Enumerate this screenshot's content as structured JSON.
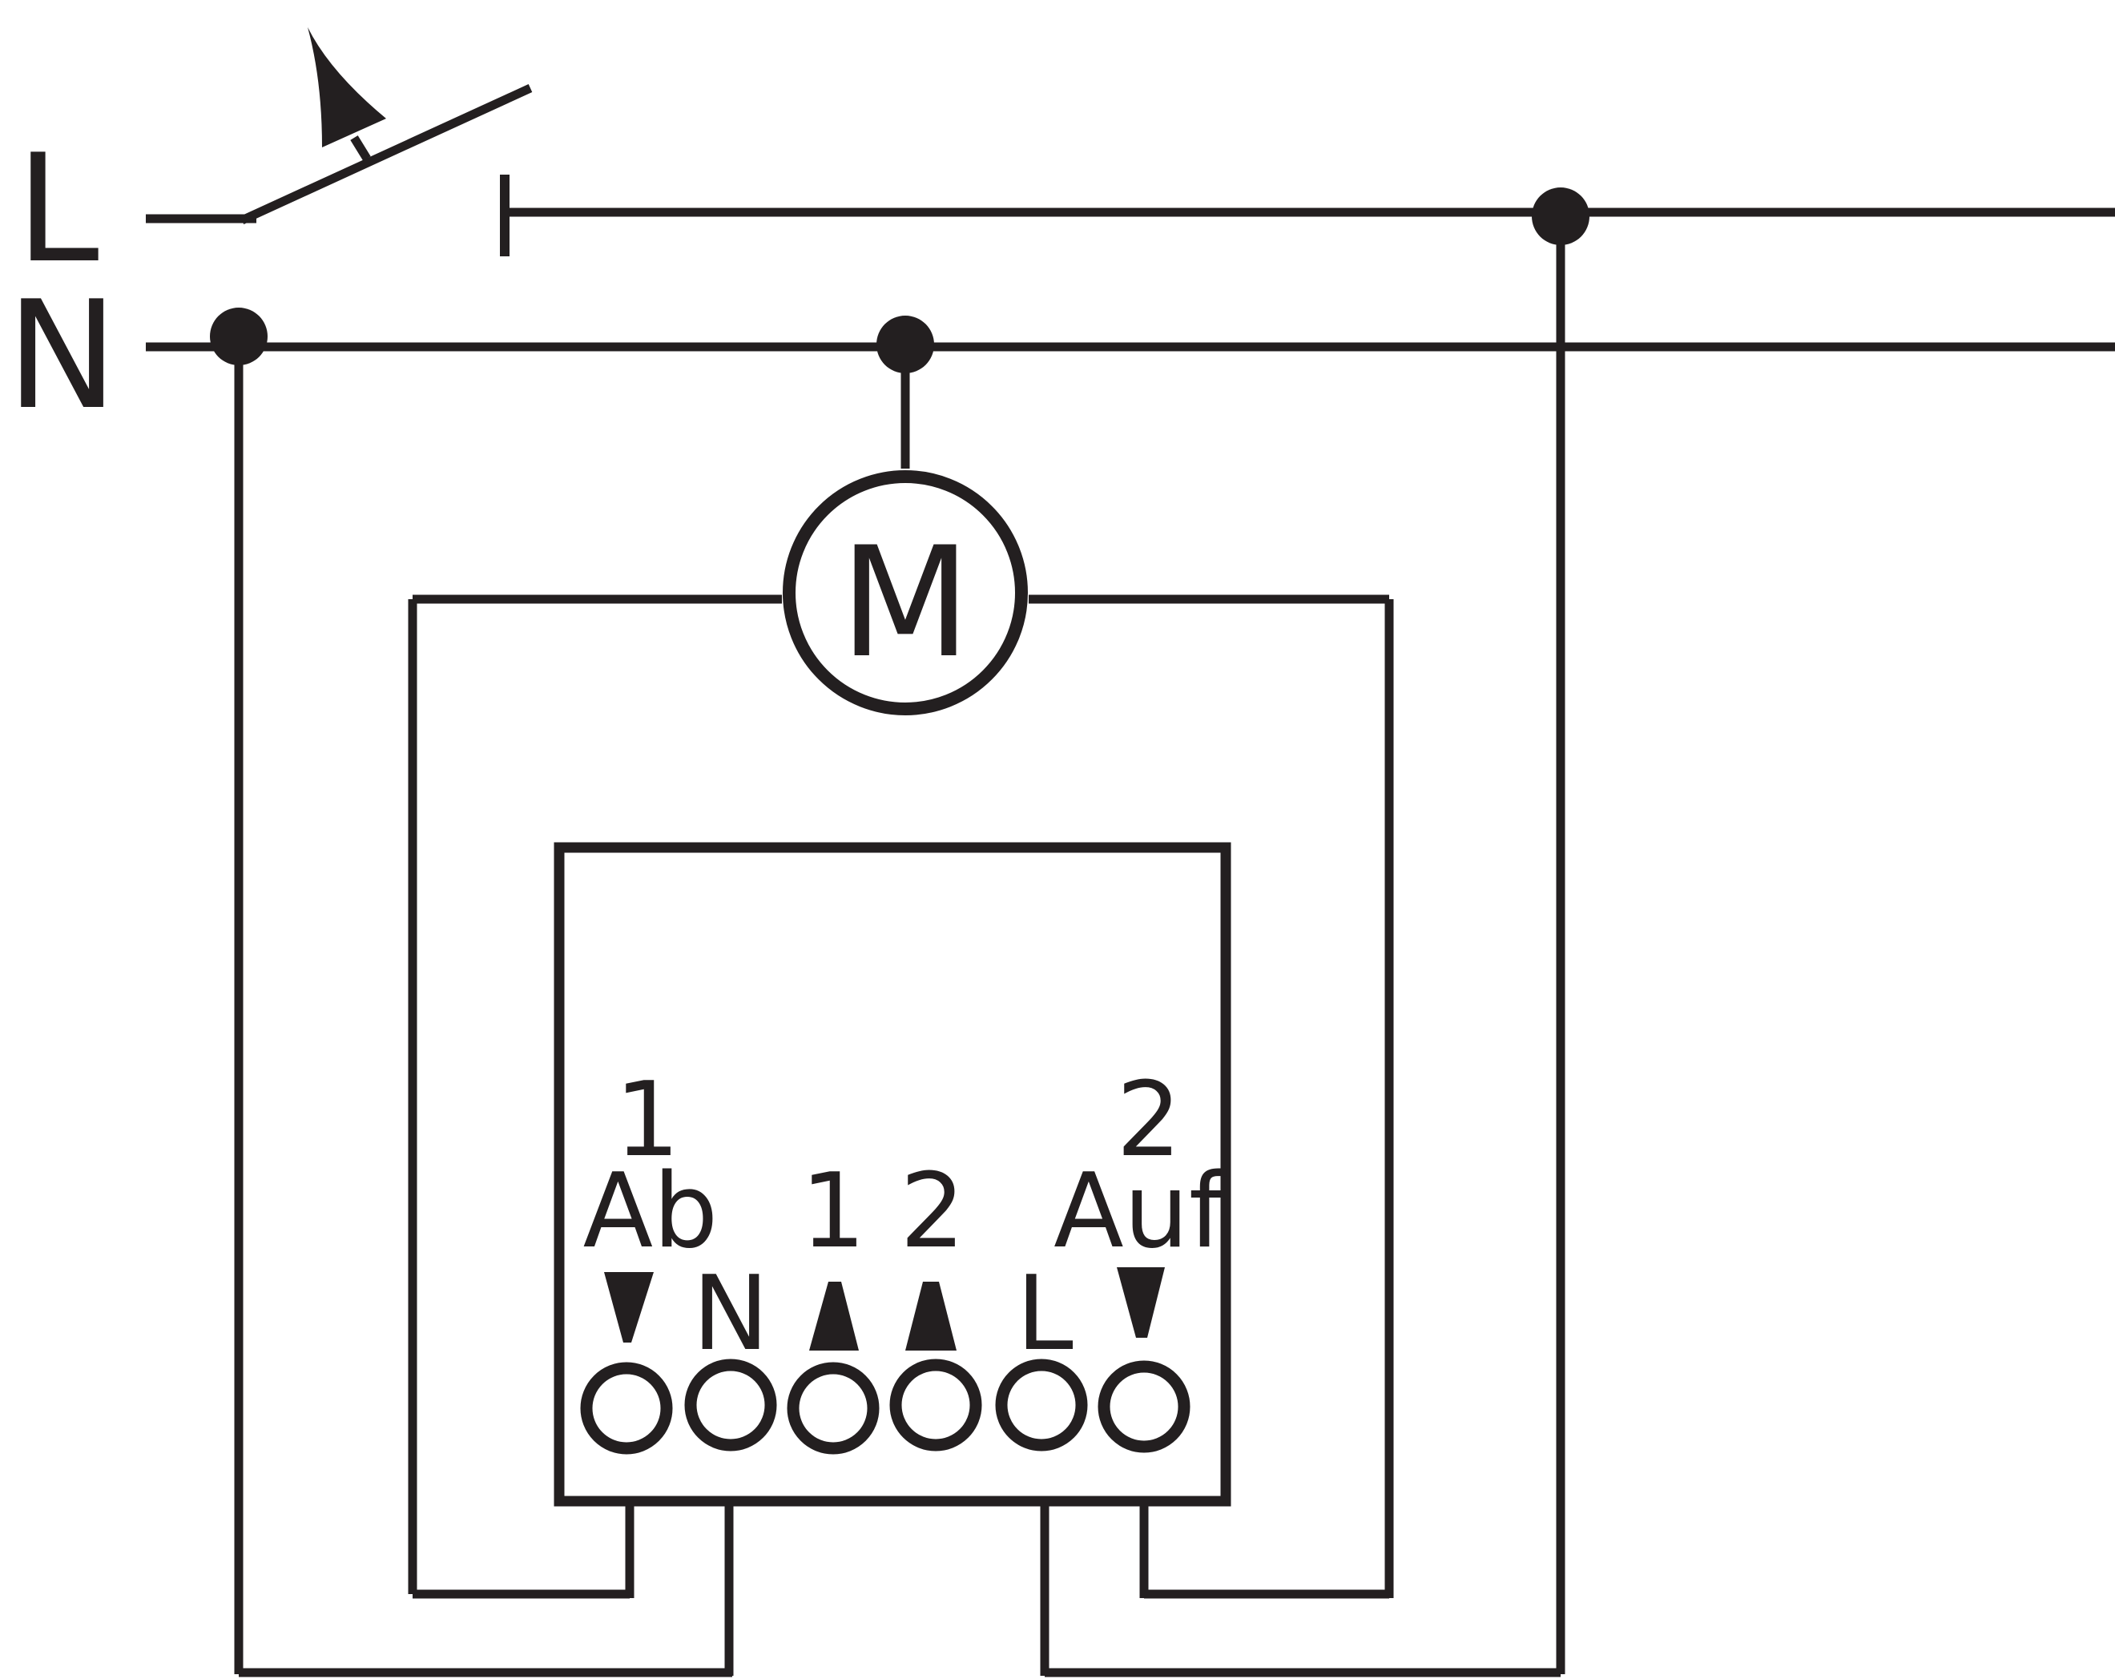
{
  "supply": {
    "line_label": "L",
    "neutral_label": "N"
  },
  "motor": {
    "label": "M"
  },
  "device": {
    "group_labels": {
      "down_number": "1",
      "down_text": "Ab",
      "up_number": "2",
      "up_text": "Auf"
    },
    "terminals": [
      {
        "id": "t-ab",
        "label": "",
        "arrow": "down"
      },
      {
        "id": "t-n",
        "label": "N",
        "arrow": ""
      },
      {
        "id": "t-1",
        "label": "1",
        "arrow": "up"
      },
      {
        "id": "t-2",
        "label": "2",
        "arrow": "up"
      },
      {
        "id": "t-l",
        "label": "L",
        "arrow": ""
      },
      {
        "id": "t-auf",
        "label": "",
        "arrow": "down"
      }
    ]
  },
  "colors": {
    "ink": "#231f20",
    "background": "#ffffff"
  }
}
